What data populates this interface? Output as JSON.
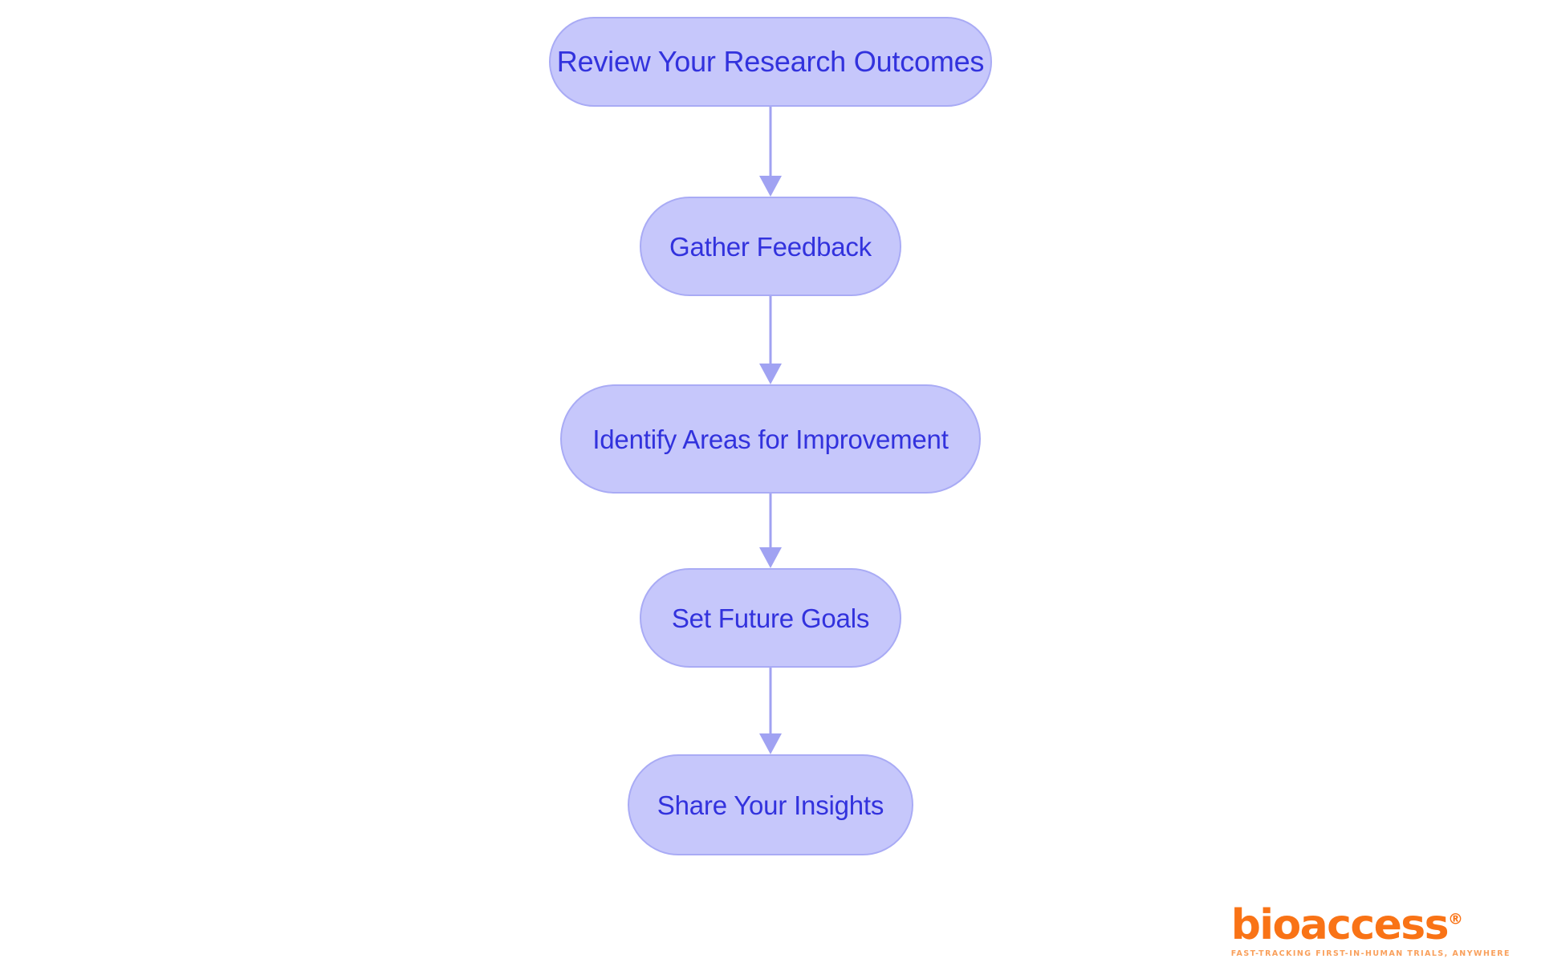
{
  "chart_data": {
    "type": "diagram",
    "subtype": "vertical-flowchart",
    "title": "",
    "orientation": "top-to-bottom",
    "node_count": 5,
    "edge_count": 4,
    "nodes": [
      {
        "id": "n0",
        "label": "Review Your Research Outcomes",
        "order": 1
      },
      {
        "id": "n1",
        "label": "Gather Feedback",
        "order": 2
      },
      {
        "id": "n2",
        "label": "Identify Areas for Improvement",
        "order": 3
      },
      {
        "id": "n3",
        "label": "Set Future Goals",
        "order": 4
      },
      {
        "id": "n4",
        "label": "Share Your Insights",
        "order": 5
      }
    ],
    "edges": [
      {
        "from": "n0",
        "to": "n1",
        "label": "",
        "style": "solid-arrow"
      },
      {
        "from": "n1",
        "to": "n2",
        "label": "",
        "style": "solid-arrow"
      },
      {
        "from": "n2",
        "to": "n3",
        "label": "",
        "style": "solid-arrow"
      },
      {
        "from": "n3",
        "to": "n4",
        "label": "",
        "style": "solid-arrow"
      }
    ],
    "colors": {
      "node_fill": "#c6c7fb",
      "node_border": "#a9abf5",
      "node_text": "#3232dd",
      "edge": "#a0a2f2",
      "background": "#ffffff",
      "brand_primary": "#f97316",
      "brand_secondary": "#f9a05c"
    }
  },
  "diagram": {
    "background": "#ffffff",
    "nodes": [
      {
        "label": "Review Your Research Outcomes"
      },
      {
        "label": "Gather Feedback"
      },
      {
        "label": "Identify Areas for Improvement"
      },
      {
        "label": "Set Future Goals"
      },
      {
        "label": "Share Your Insights"
      }
    ]
  },
  "brand": {
    "name": "bioaccess",
    "registered_mark": "®",
    "tagline": "FAST-TRACKING FIRST-IN-HUMAN TRIALS, ANYWHERE"
  }
}
